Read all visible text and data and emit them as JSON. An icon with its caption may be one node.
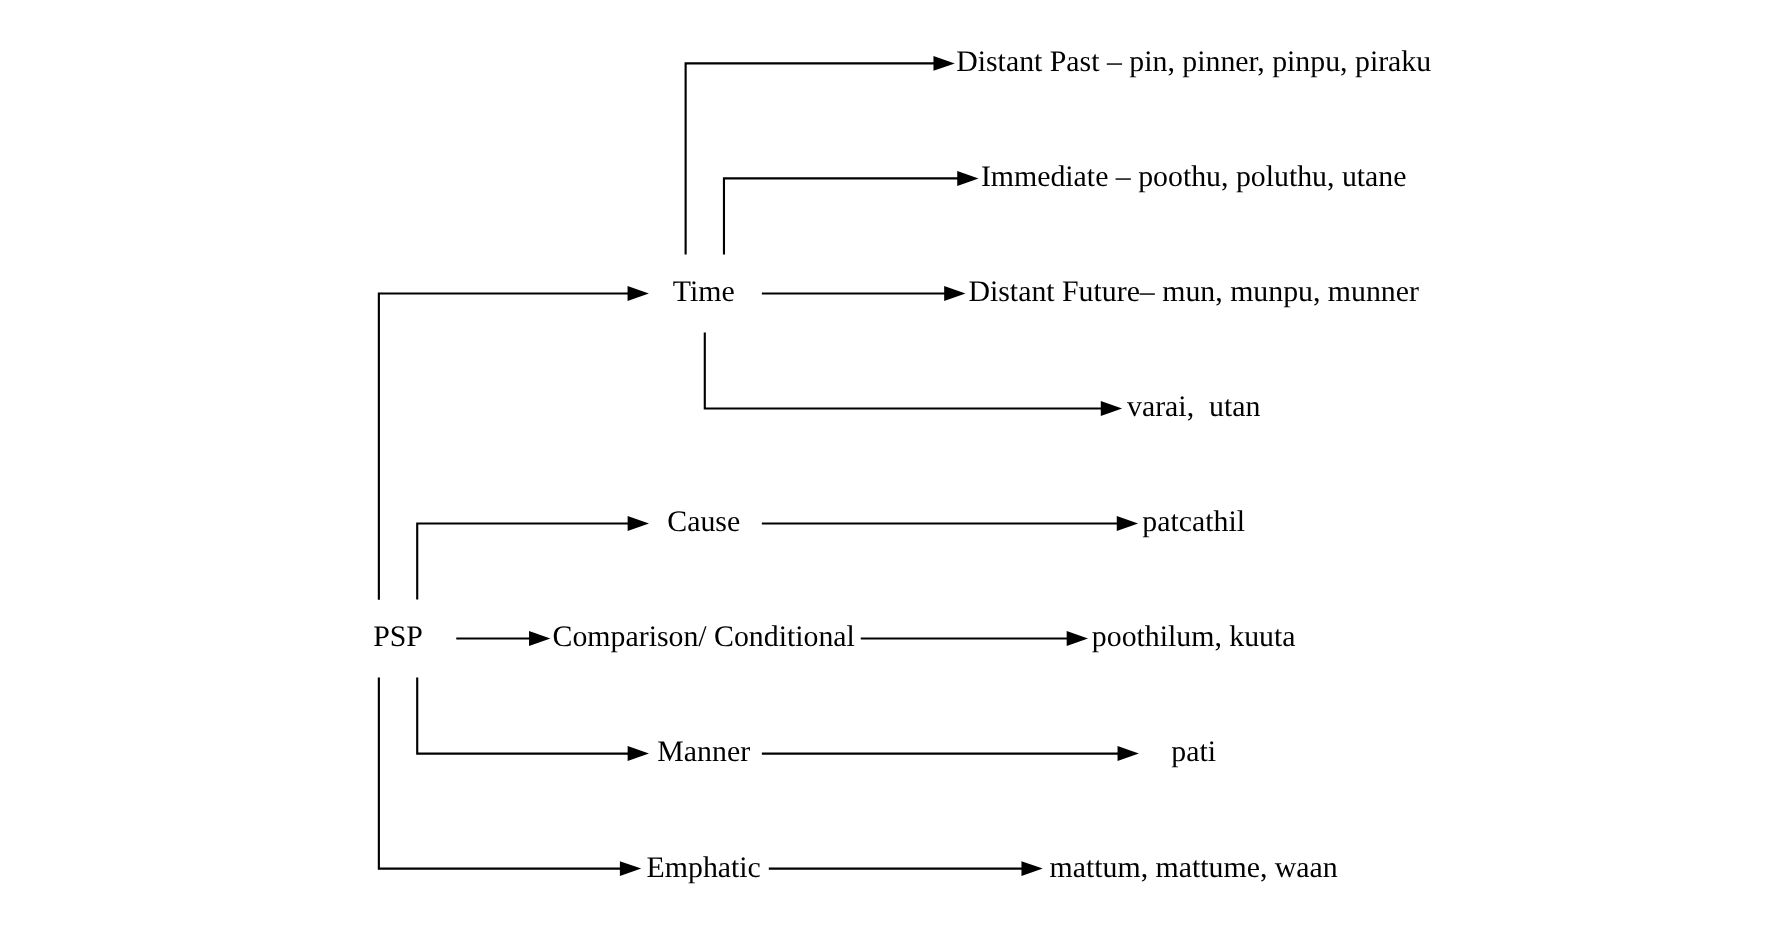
{
  "diagram": {
    "nodes": [
      {
        "text": [
          "PSP"
        ]
      },
      {
        "text": [
          "Time"
        ]
      },
      {
        "text": [
          "Cause"
        ]
      },
      {
        "text": [
          "Comparison/ Conditional"
        ]
      },
      {
        "text": [
          "Manner"
        ]
      },
      {
        "text": [
          "Emphatic"
        ]
      },
      {
        "text": [
          "Distant Past – pin, pinner, pinpu, piraku"
        ]
      },
      {
        "text": [
          "Immediate – poothu, poluthu, utane"
        ]
      },
      {
        "text": [
          "Distant Future– mun, munpu, munner"
        ]
      },
      {
        "text": [
          "varai,  utan"
        ]
      },
      {
        "text": [
          "patcathil"
        ]
      },
      {
        "text": [
          "poothilum, kuuta"
        ]
      },
      {
        "text": [
          "pati"
        ]
      },
      {
        "text": [
          "mattum, mattume, waan"
        ]
      }
    ],
    "edges": [
      {
        "from": 0,
        "to": 1,
        "arrow": "to"
      },
      {
        "from": 0,
        "to": 2,
        "arrow": "to"
      },
      {
        "from": 0,
        "to": 3,
        "arrow": "to"
      },
      {
        "from": 0,
        "to": 4,
        "arrow": "to"
      },
      {
        "from": 0,
        "to": 5,
        "arrow": "to"
      },
      {
        "from": 1,
        "to": 6,
        "arrow": "to"
      },
      {
        "from": 1,
        "to": 7,
        "arrow": "to"
      },
      {
        "from": 1,
        "to": 8,
        "arrow": "to"
      },
      {
        "from": 1,
        "to": 9,
        "arrow": "to"
      },
      {
        "from": 2,
        "to": 10,
        "arrow": "to"
      },
      {
        "from": 3,
        "to": 11,
        "arrow": "to"
      },
      {
        "from": 4,
        "to": 12,
        "arrow": "to"
      },
      {
        "from": 5,
        "to": 13,
        "arrow": "to"
      }
    ]
  }
}
